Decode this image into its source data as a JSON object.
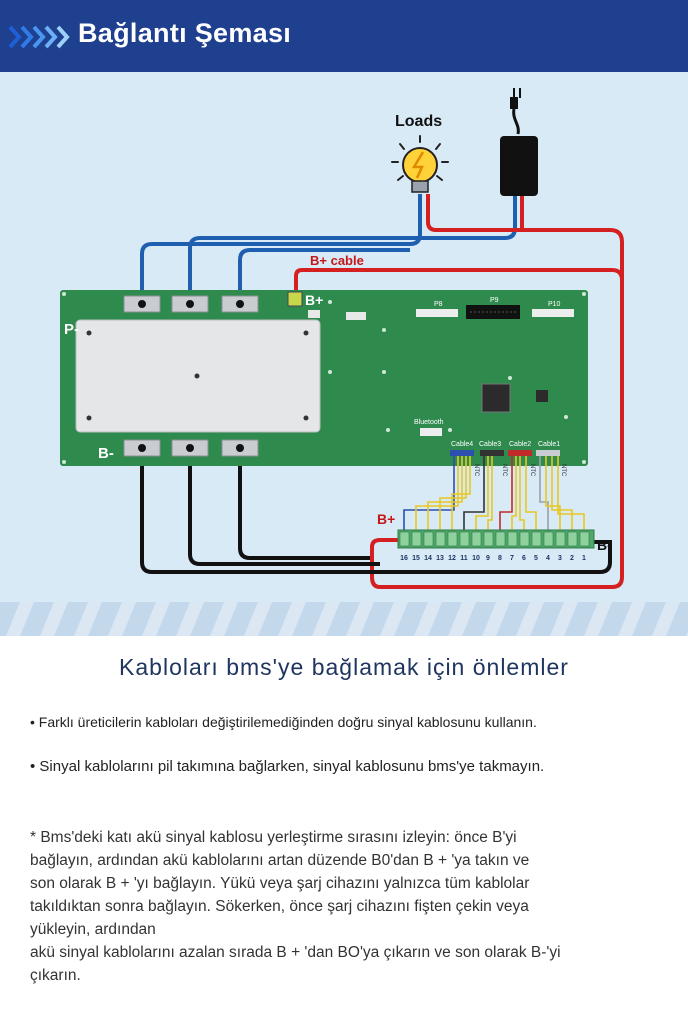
{
  "header": {
    "title": "Bağlantı Şeması",
    "accent": "#1f3f8f"
  },
  "diagram": {
    "loads_label": "Loads",
    "b_plus_cable_label": "B+ cable",
    "p_label": "P-",
    "b_plus_label": "B+",
    "b_minus_label": "B-",
    "connectors": [
      "P8",
      "P9",
      "P10"
    ],
    "bluetooth_label": "Bluetooth",
    "cable_labels": [
      "Cable4",
      "Cable3",
      "Cable2",
      "Cable1"
    ],
    "ntc_label": "NTC",
    "pack_b_plus": "B+",
    "pack_b_minus": "B-",
    "cell_numbers": [
      "16",
      "15",
      "14",
      "13",
      "12",
      "11",
      "10",
      "9",
      "8",
      "7",
      "6",
      "5",
      "4",
      "3",
      "2",
      "1"
    ]
  },
  "section_title": "Kabloları bms'ye bağlamak için önlemler",
  "bullets": [
    "• Farklı üreticilerin kabloları değiştirilemediğinden doğru sinyal kablosunu kullanın.",
    "• Sinyal kablolarını pil takımına bağlarken, sinyal kablosunu bms'ye takmayın."
  ],
  "note_lines": [
    "* Bms'deki katı akü sinyal kablosu yerleştirme sırasını izleyin: önce B'yi",
    "bağlayın, ardından akü kablolarını artan düzende B0'dan B + 'ya takın ve",
    "son olarak B + 'yı bağlayın. Yükü veya şarj cihazını yalnızca tüm kablolar",
    "takıldıktan sonra bağlayın. Sökerken, önce şarj cihazını fişten çekin veya",
    "yükleyin, ardından",
    "akü sinyal kablolarını azalan sırada B + 'dan BO'ya çıkarın ve son olarak B-'yi",
    "çıkarın."
  ]
}
